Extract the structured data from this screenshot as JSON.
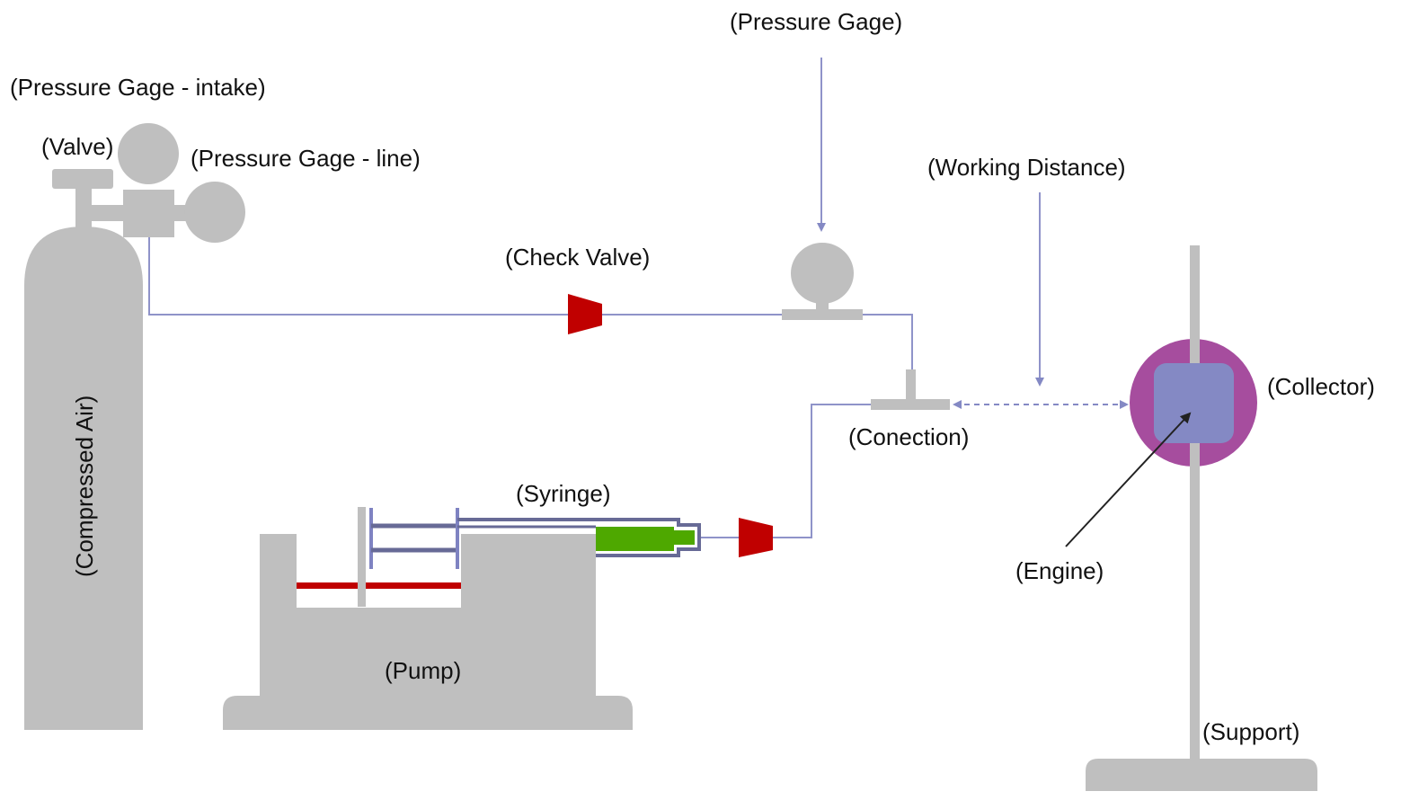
{
  "diagram": {
    "type": "electrospinning setup schematic",
    "colors": {
      "equipment": "#bfbfbf",
      "line": "#8f93c9",
      "check_valve": "#c00000",
      "liquid": "#4ea800",
      "syringe_outline": "#676a96",
      "collector_ring": "#a64d9e",
      "engine": "#8489c4",
      "red_rail": "#c00000",
      "pointer": "#222222"
    },
    "labels": {
      "pressure_gage_intake": "(Pressure Gage - intake)",
      "valve": "(Valve)",
      "pressure_gage_line": "(Pressure Gage - line)",
      "pressure_gage": "(Pressure Gage)",
      "working_distance": "(Working Distance)",
      "check_valve": "(Check Valve)",
      "compressed_air": "(Compressed Air)",
      "conection": "(Conection)",
      "collector": "(Collector)",
      "syringe": "(Syringe)",
      "engine": "(Engine)",
      "pump": "(Pump)",
      "support": "(Support)"
    }
  }
}
